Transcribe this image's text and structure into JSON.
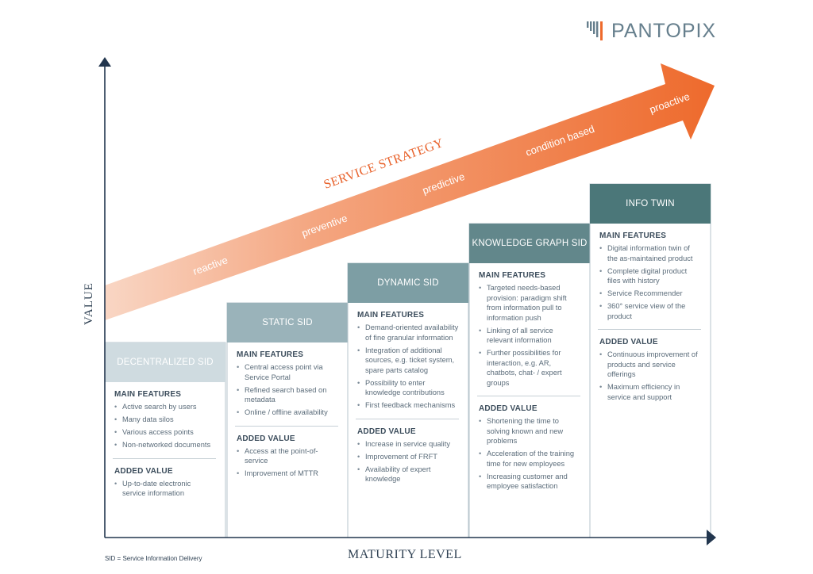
{
  "brand": {
    "name": "PANTOPIX"
  },
  "axes": {
    "y_label": "VALUE",
    "x_label": "MATURITY LEVEL"
  },
  "footnote": "SID = Service Information Delivery",
  "strategy": {
    "title": "SERVICE STRATEGY",
    "stages": [
      "reactive",
      "preventive",
      "predictive",
      "condition based",
      "proactive"
    ]
  },
  "colors": {
    "axis": "#22364e",
    "arrow_start": "#f8d3c0",
    "arrow_end": "#ee6a2c",
    "box1": "#cfdbe0",
    "box2": "#9ab3ba",
    "box3": "#7d9ea4",
    "box4": "#62878b",
    "box5": "#4b7779"
  },
  "columns": [
    {
      "title": "DECENTRALIZED SID",
      "features_heading": "MAIN FEATURES",
      "features": [
        "Active search by users",
        "Many data silos",
        "Various access points",
        "Non-networked documents"
      ],
      "value_heading": "ADDED VALUE",
      "values": [
        "Up-to-date electronic service information"
      ]
    },
    {
      "title": "STATIC SID",
      "features_heading": "MAIN FEATURES",
      "features": [
        "Central access point via Service Portal",
        "Refined search based on metadata",
        "Online / offline availability"
      ],
      "value_heading": "ADDED VALUE",
      "values": [
        "Access at the point-of-service",
        "Improvement of MTTR"
      ]
    },
    {
      "title": "DYNAMIC SID",
      "features_heading": "MAIN FEATURES",
      "features": [
        "Demand-oriented availability of fine granular information",
        "Integration of additional sources, e.g. ticket system, spare parts catalog",
        "Possibility to enter knowledge contributions",
        "First feedback mechanisms"
      ],
      "value_heading": "ADDED VALUE",
      "values": [
        "Increase in service quality",
        "Improvement of FRFT",
        "Availability of expert knowledge"
      ]
    },
    {
      "title": "KNOWLEDGE GRAPH SID",
      "features_heading": "MAIN FEATURES",
      "features": [
        "Targeted needs-based provision: paradigm shift from information pull to information push",
        "Linking of all service relevant information",
        "Further possibilities for interaction, e.g. AR, chatbots, chat- / expert groups"
      ],
      "value_heading": "ADDED VALUE",
      "values": [
        "Shortening the time to solving known and new problems",
        "Acceleration of the training time for new employees",
        "Increasing customer and employee satisfaction"
      ]
    },
    {
      "title": "INFO TWIN",
      "features_heading": "MAIN FEATURES",
      "features": [
        "Digital information twin of the as-maintained product",
        "Complete digital product files with history",
        "Service Recommender",
        "360° service view of the product"
      ],
      "value_heading": "ADDED VALUE",
      "values": [
        "Continuous improvement of products and service offerings",
        "Maximum efficiency in service and support"
      ]
    }
  ]
}
